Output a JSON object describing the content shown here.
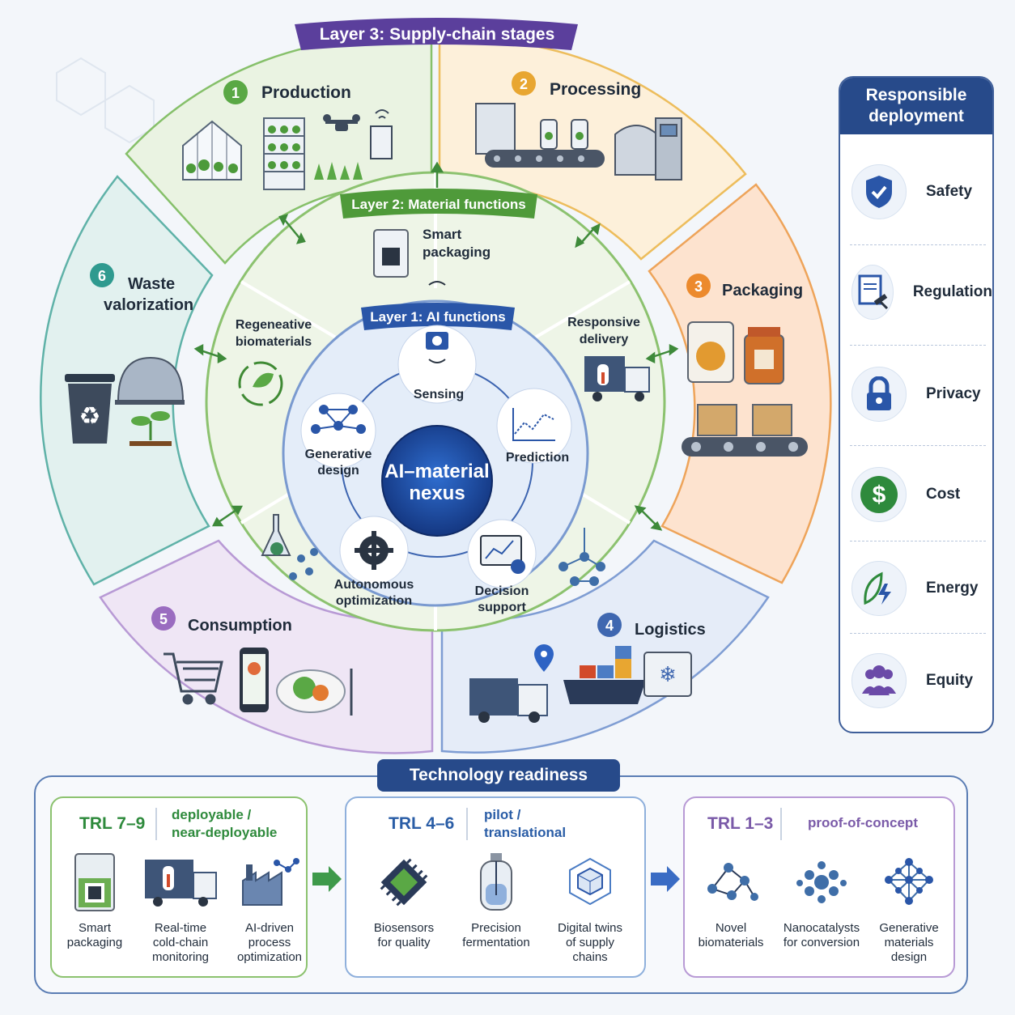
{
  "layers": {
    "layer3": "Layer 3: Supply-chain stages",
    "layer2": "Layer 2: Material functions",
    "layer1": "Layer 1: AI functions"
  },
  "center": {
    "line1": "AI–material",
    "line2": "nexus"
  },
  "stages": [
    {
      "num": "1",
      "name": "Production",
      "color": "#5aa845"
    },
    {
      "num": "2",
      "name": "Processing",
      "color": "#e8a631"
    },
    {
      "num": "3",
      "name": "Packaging",
      "color": "#ec8a2d"
    },
    {
      "num": "4",
      "name": "Logistics",
      "color": "#3f67b0"
    },
    {
      "num": "5",
      "name": "Consumption",
      "color": "#9a6cc0"
    },
    {
      "num": "6",
      "name_line1": "Waste",
      "name_line2": "valorization",
      "color": "#2f9a8f"
    }
  ],
  "material_functions": {
    "smart_packaging": [
      "Smart",
      "packaging"
    ],
    "regenerative": [
      "Regeneative",
      "biomaterials"
    ],
    "responsive": [
      "Responsive",
      "delivery"
    ]
  },
  "ai_functions": {
    "sensing": "Sensing",
    "prediction": "Prediction",
    "generative": [
      "Generative",
      "design"
    ],
    "autonomous": [
      "Autonomous",
      "optimization"
    ],
    "decision": [
      "Decision",
      "support"
    ]
  },
  "responsible": {
    "title_line1": "Responsible",
    "title_line2": "deployment",
    "items": [
      {
        "label": "Safety",
        "icon": "shield-check-icon"
      },
      {
        "label": "Regulation",
        "icon": "document-gavel-icon"
      },
      {
        "label": "Privacy",
        "icon": "padlock-icon"
      },
      {
        "label": "Cost",
        "icon": "dollar-icon"
      },
      {
        "label": "Energy",
        "icon": "leaf-bolt-icon"
      },
      {
        "label": "Equity",
        "icon": "people-icon"
      }
    ]
  },
  "trl": {
    "title": "Technology readiness",
    "groups": [
      {
        "code": "TRL 7–9",
        "desc_line1": "deployable /",
        "desc_line2": "near-deployable",
        "color": "#2e8a3c",
        "items": [
          [
            "Smart",
            "packaging"
          ],
          [
            "Real-time",
            "cold-chain",
            "monitoring"
          ],
          [
            "AI-driven",
            "process",
            "optimization"
          ]
        ]
      },
      {
        "code": "TRL 4–6",
        "desc_line1": "pilot /",
        "desc_line2": "translational",
        "color": "#2a5da6",
        "items": [
          [
            "Biosensors",
            "for quality"
          ],
          [
            "Precision",
            "fermentation"
          ],
          [
            "Digital twins",
            "of supply",
            "chains"
          ]
        ]
      },
      {
        "code": "TRL 1–3",
        "desc_line1": "proof-of-concept",
        "desc_line2": "",
        "color": "#7a5aa8",
        "items": [
          [
            "Novel",
            "biomaterials"
          ],
          [
            "Nanocatalysts",
            "for conversion"
          ],
          [
            "Generative",
            "materials",
            "design"
          ]
        ]
      }
    ]
  }
}
